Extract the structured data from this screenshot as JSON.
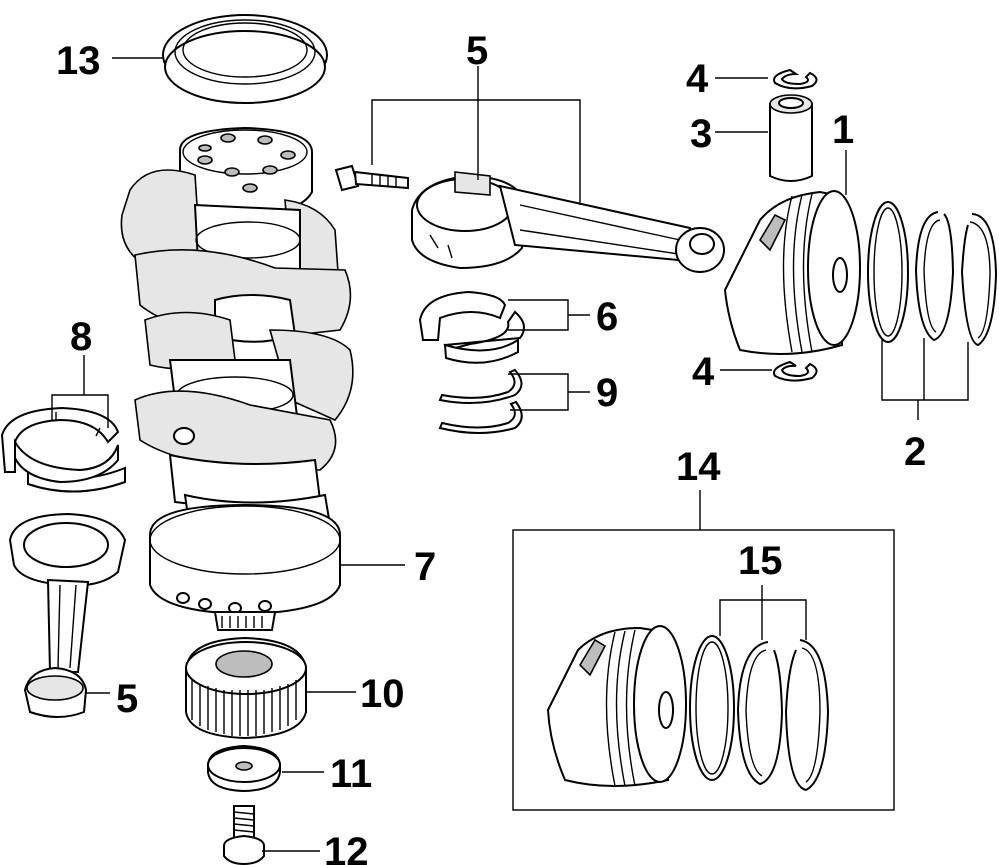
{
  "diagram": {
    "callouts": [
      {
        "id": "c13",
        "label": "13",
        "part": "rear-main-seal"
      },
      {
        "id": "c5a",
        "label": "5",
        "part": "connecting-rod"
      },
      {
        "id": "c4a",
        "label": "4",
        "part": "piston-pin-clip"
      },
      {
        "id": "c3",
        "label": "3",
        "part": "piston-pin"
      },
      {
        "id": "c1",
        "label": "1",
        "part": "piston"
      },
      {
        "id": "c6",
        "label": "6",
        "part": "rod-bearing"
      },
      {
        "id": "c9",
        "label": "9",
        "part": "thrust-washer"
      },
      {
        "id": "c4b",
        "label": "4",
        "part": "piston-pin-clip"
      },
      {
        "id": "c2",
        "label": "2",
        "part": "piston-rings"
      },
      {
        "id": "c8",
        "label": "8",
        "part": "main-bearing"
      },
      {
        "id": "c7",
        "label": "7",
        "part": "crankshaft"
      },
      {
        "id": "c14",
        "label": "14",
        "part": "piston-assembly"
      },
      {
        "id": "c15",
        "label": "15",
        "part": "ring-set"
      },
      {
        "id": "c5b",
        "label": "5",
        "part": "connecting-rod"
      },
      {
        "id": "c10",
        "label": "10",
        "part": "timing-gear"
      },
      {
        "id": "c11",
        "label": "11",
        "part": "washer"
      },
      {
        "id": "c12",
        "label": "12",
        "part": "bolt"
      }
    ]
  }
}
